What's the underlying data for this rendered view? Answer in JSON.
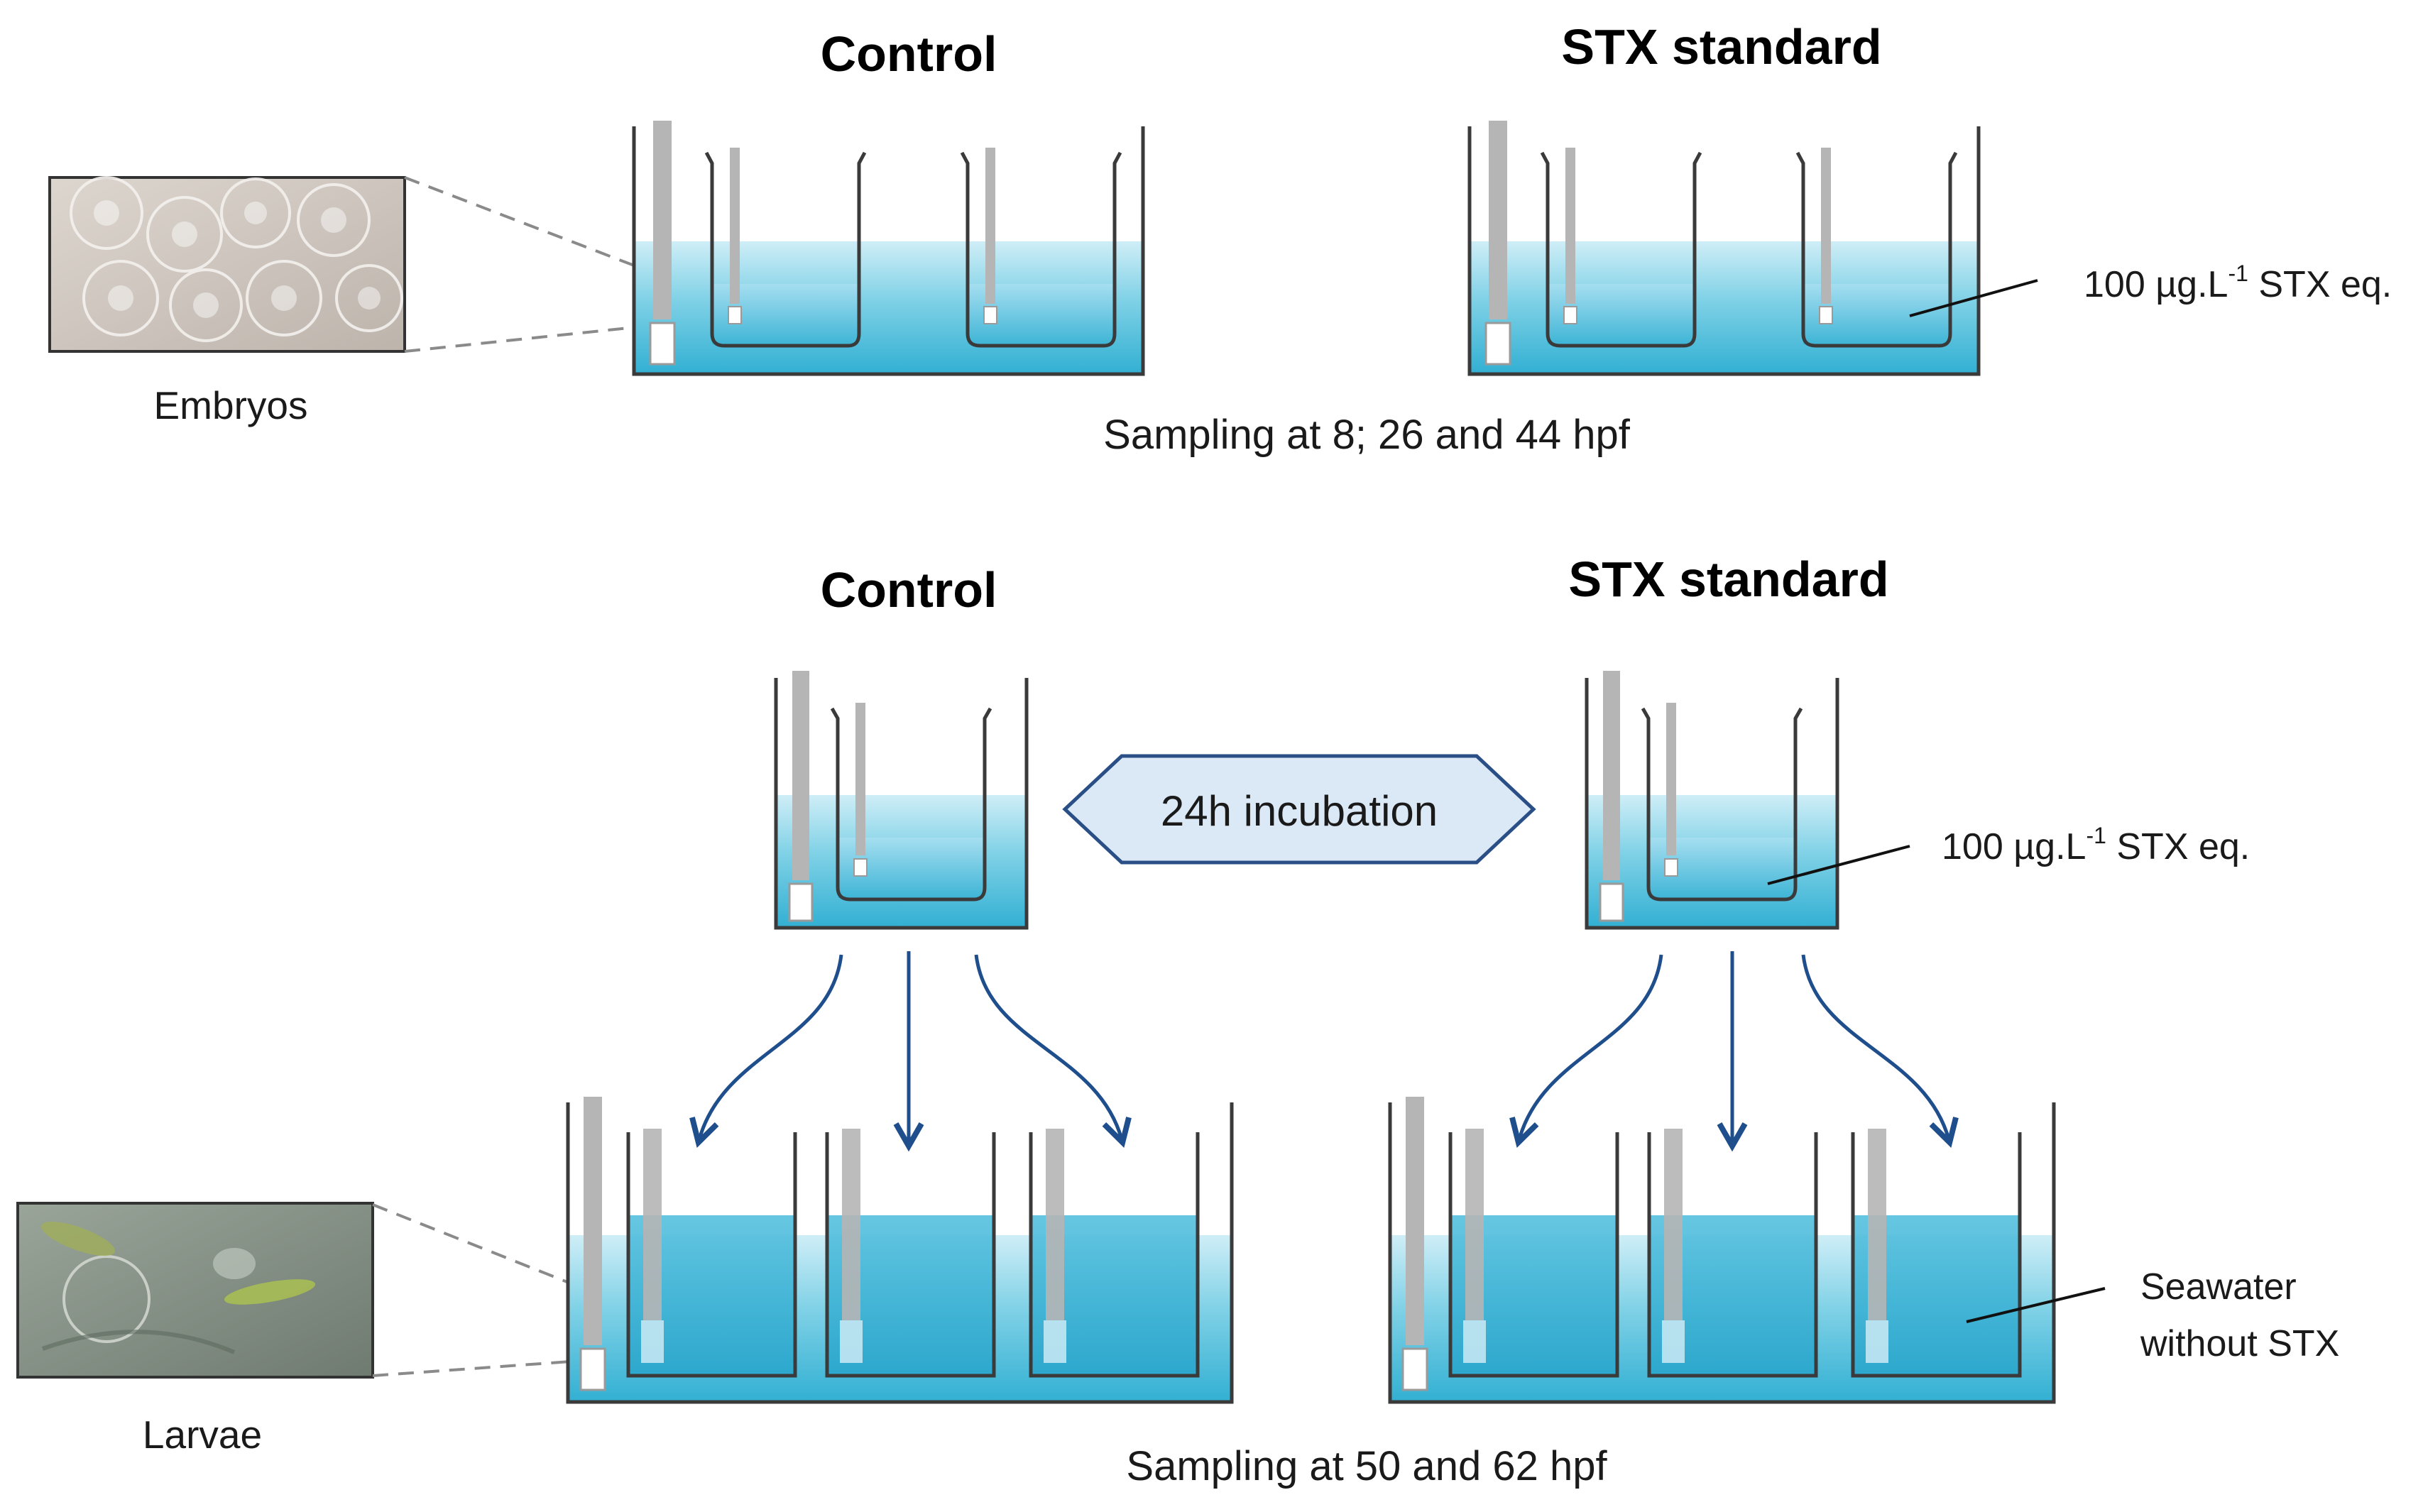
{
  "top": {
    "control_label": "Control",
    "stx_label": "STX standard",
    "concentration": {
      "value": "100 µg.L",
      "sup": "-1",
      "suffix": " STX eq."
    },
    "embryos_label": "Embryos",
    "sampling_text": "Sampling at 8; 26 and 44 hpf"
  },
  "bottom": {
    "control_label": "Control",
    "stx_label": "STX standard",
    "incubation_label": "24h incubation",
    "concentration": {
      "value": "100 µg.L",
      "sup": "-1",
      "suffix": " STX eq."
    },
    "seawater_line1": "Seawater",
    "seawater_line2": "without STX",
    "larvae_label": "Larvae",
    "sampling_text": "Sampling at 50 and 62 hpf"
  },
  "colors": {
    "water_light": "#cdeef6",
    "water_mid": "#8fd8ea",
    "water_deep": "#3fb5d6",
    "beaker_stroke": "#3a3a3a",
    "arrow": "#1f4e8c",
    "incubation_fill": "#dbe9f6",
    "incubation_stroke": "#2a4f86",
    "dashed_line": "#8a8a8a",
    "thermometer": "#b5b5b5"
  },
  "icons": [
    "embryos-photo",
    "larvae-photo",
    "thermometer-icon",
    "curved-arrow-icon"
  ]
}
